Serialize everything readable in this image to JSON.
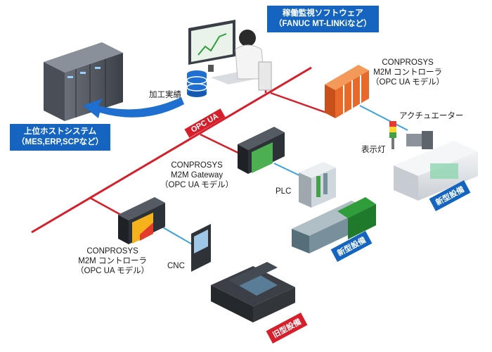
{
  "labels": {
    "monitor_software": [
      "稼働監視ソフトウェア",
      "（FANUC  MT-LINKiなど）"
    ],
    "host_system": [
      "上位ホストシステム",
      "（MES,ERP,SCPなど）"
    ],
    "processing_results": "加工実績",
    "opc_ua": "OPC UA",
    "controller_top": [
      "CONPROSYS",
      "M2M コントローラ",
      "（OPC UA モデル）"
    ],
    "gateway": [
      "CONPROSYS",
      "M2M Gateway",
      "（OPC UA モデル）"
    ],
    "controller_left": [
      "CONPROSYS",
      "M2M コントローラ",
      "（OPC UA モデル）"
    ],
    "actuator": "アクチュエーター",
    "indicator_light": "表示灯",
    "plc": "PLC",
    "cnc": "CNC",
    "new_equipment": "新型設備",
    "old_equipment": "旧型設備"
  },
  "colors": {
    "network_red": "#d61f2b",
    "link_blue": "#3aa3dc",
    "callout_blue": "#1565c0"
  }
}
